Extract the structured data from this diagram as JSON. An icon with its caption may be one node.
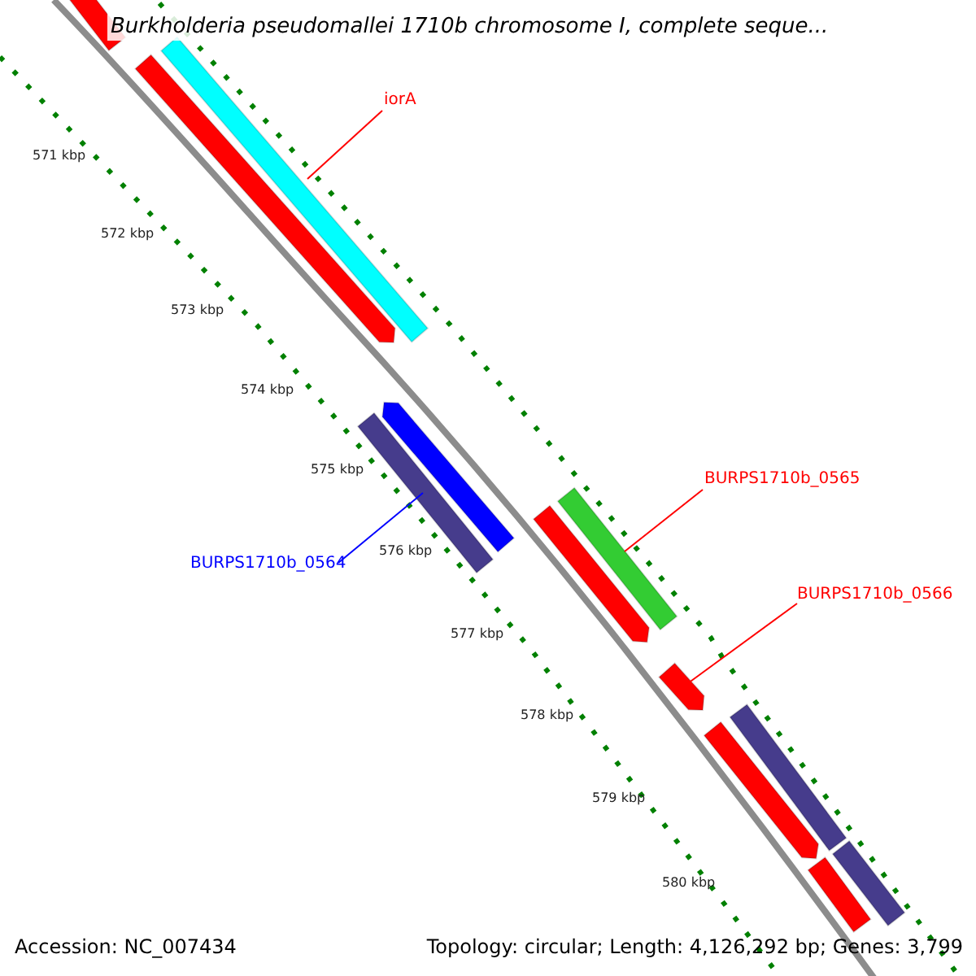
{
  "diagram": {
    "title": "Burkholderia pseudomallei 1710b chromosome I, complete seque...",
    "nodes": [
      {
        "text": [
          "iorA"
        ]
      },
      {
        "text": [],
        "shape": "bar"
      },
      {
        "text": [
          "BURPS1710b_0565"
        ]
      },
      {
        "text": [],
        "shape": "bar"
      },
      {
        "text": [
          "BURPS1710b_0566"
        ]
      },
      {
        "text": [],
        "shape": "bar"
      },
      {
        "text": [
          "BURPS1710b_0564"
        ]
      },
      {
        "text": [],
        "shape": "bar"
      },
      {
        "text": [],
        "shape": "bar"
      },
      {
        "text": [],
        "shape": "bar"
      },
      {
        "text": [],
        "shape": "bar"
      },
      {
        "text": [],
        "shape": "bar"
      },
      {
        "text": [],
        "shape": "bar"
      },
      {
        "text": [],
        "shape": "bar"
      },
      {
        "text": [],
        "shape": "bar"
      },
      {
        "text": [],
        "shape": "bar"
      }
    ],
    "edges": [
      {
        "from": 0,
        "to": 1,
        "arrow": "none"
      },
      {
        "from": 2,
        "to": 3,
        "arrow": "none"
      },
      {
        "from": 4,
        "to": 5,
        "arrow": "none"
      },
      {
        "from": 6,
        "to": 7,
        "arrow": "none",
        "color": "#0000ff"
      }
    ],
    "labels": [
      "571 kbp",
      "572 kbp",
      "573 kbp",
      "574 kbp",
      "575 kbp",
      "576 kbp",
      "577 kbp",
      "578 kbp",
      "579 kbp",
      "580 kbp",
      "Accession: NC_007434",
      "Topology: circular; Length: 4,126,292 bp; Genes: 3,799"
    ]
  }
}
